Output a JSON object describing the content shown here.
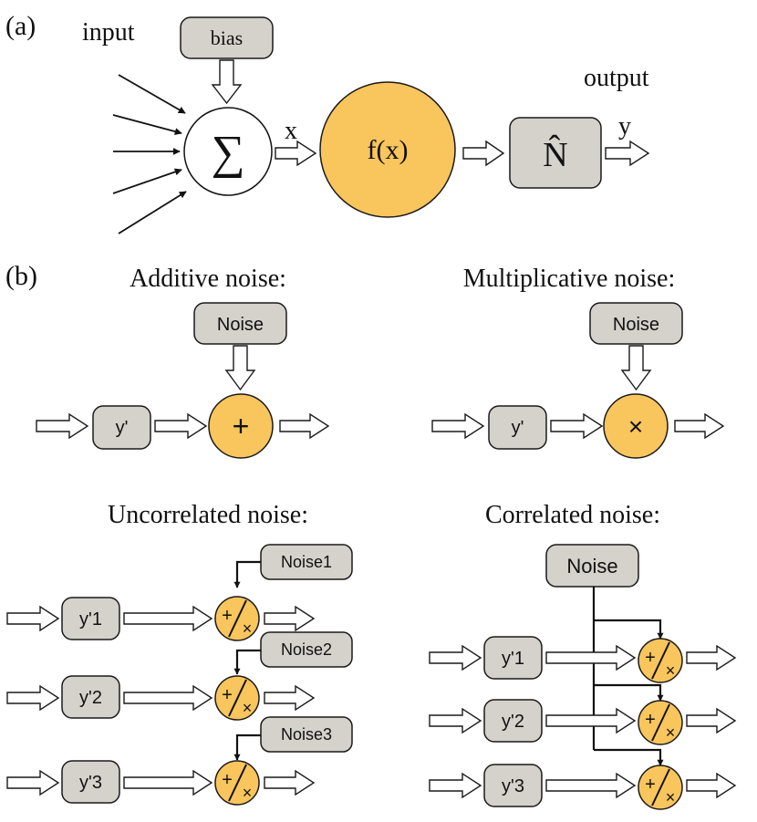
{
  "colors": {
    "node_fill": "#f9c55d",
    "box_fill": "#d5d1cb",
    "line": "#111111"
  },
  "panel_a": {
    "label": "(a)",
    "input_label": "input",
    "bias_label": "bias",
    "sum_symbol": "∑",
    "x_label": "x",
    "function_label": "f(x)",
    "noise_op_symbol": "N̂",
    "output_label": "output",
    "y_label": "y"
  },
  "panel_b": {
    "label": "(b)",
    "additive": {
      "title": "Additive noise:",
      "noise_label": "Noise",
      "signal_label": "y'",
      "op_symbol": "+"
    },
    "multiplicative": {
      "title": "Multiplicative noise:",
      "noise_label": "Noise",
      "signal_label": "y'",
      "op_symbol": "×"
    },
    "uncorrelated": {
      "title": "Uncorrelated noise:",
      "rows": [
        {
          "signal": "y'1",
          "noise": "Noise1"
        },
        {
          "signal": "y'2",
          "noise": "Noise2"
        },
        {
          "signal": "y'3",
          "noise": "Noise3"
        }
      ]
    },
    "correlated": {
      "title": "Correlated noise:",
      "noise_label": "Noise",
      "rows": [
        {
          "signal": "y'1"
        },
        {
          "signal": "y'2"
        },
        {
          "signal": "y'3"
        }
      ]
    },
    "op_plus": "+",
    "op_times": "×"
  }
}
